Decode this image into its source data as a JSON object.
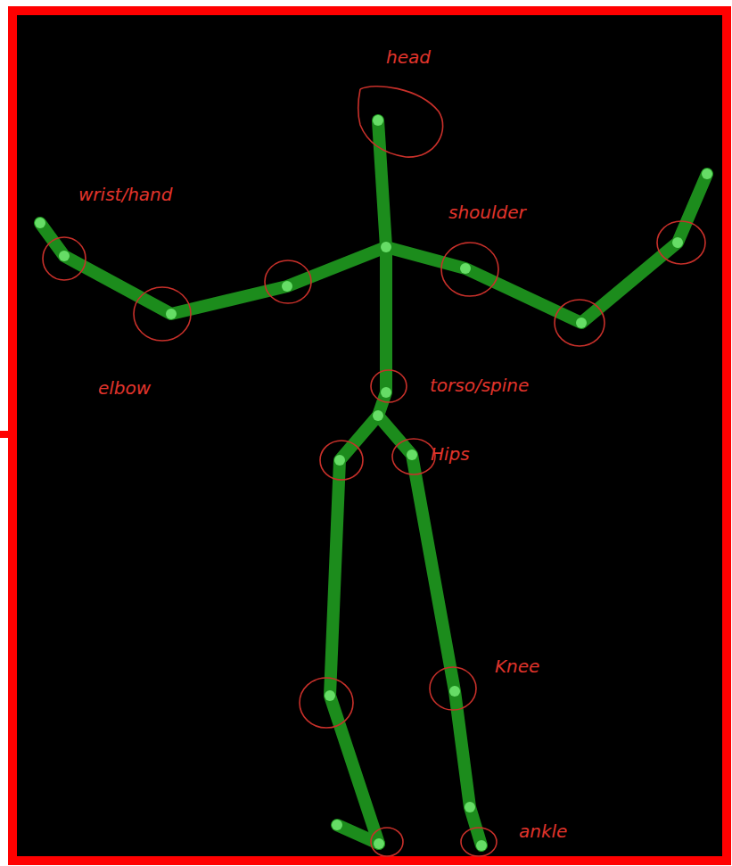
{
  "diagram": {
    "labels": [
      "head",
      "wrist/hand",
      "shoulder",
      "elbow",
      "torso/spine",
      "Hips",
      "Knee",
      "ankle"
    ]
  }
}
